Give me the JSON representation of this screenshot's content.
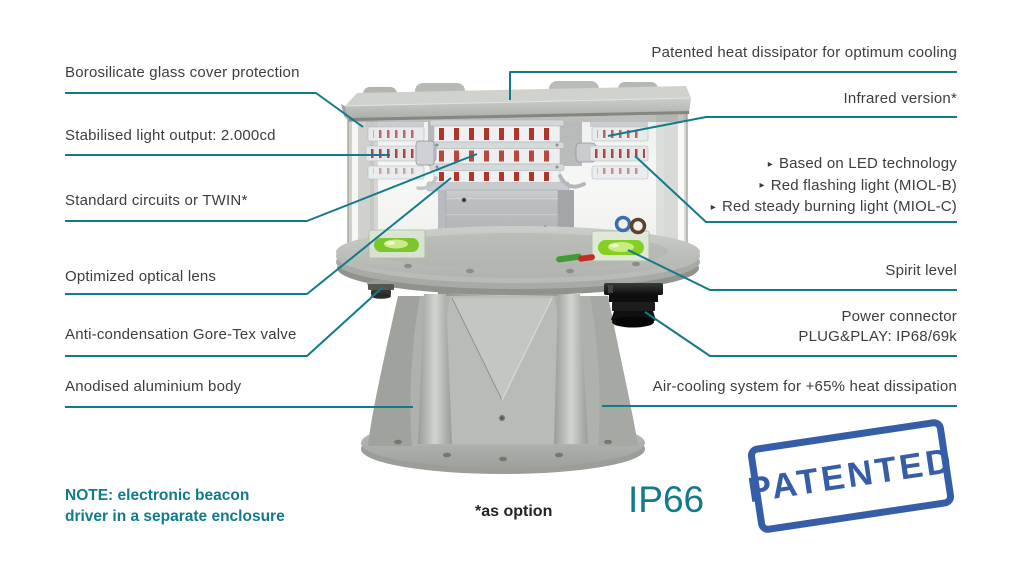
{
  "colors": {
    "accent_teal": "#117a8b",
    "label_text": "#3c3d3f",
    "note_teal": "#0f7b8d",
    "stamp_blue": "#2a53a2",
    "footnote_text": "#232323"
  },
  "left_callouts": [
    {
      "label": "Borosilicate glass cover protection"
    },
    {
      "label": "Stabilised light output: 2.000cd"
    },
    {
      "label": "Standard circuits or TWIN*"
    },
    {
      "label": "Optimized optical lens"
    },
    {
      "label": "Anti-condensation Gore-Tex valve"
    },
    {
      "label": "Anodised aluminium body"
    }
  ],
  "right_callouts": [
    {
      "label": "Patented heat dissipator for optimum cooling"
    },
    {
      "label": "Infrared version*"
    },
    {
      "label": "Spirit level"
    },
    {
      "label_line1": "Power connector",
      "label_line2": "PLUG&PLAY: IP68/69k"
    },
    {
      "label": "Air-cooling system for +65% heat dissipation"
    }
  ],
  "led_features": {
    "bullet": "▸",
    "items": [
      "Based on LED technology",
      "Red flashing light (MIOL-B)",
      "Red steady burning light (MIOL-C)"
    ]
  },
  "footer": {
    "note_line1": "NOTE: electronic beacon",
    "note_line2": "driver in a separate enclosure",
    "footnote": "*as option",
    "ip_rating": "IP66",
    "stamp_text": "PATENTED"
  }
}
